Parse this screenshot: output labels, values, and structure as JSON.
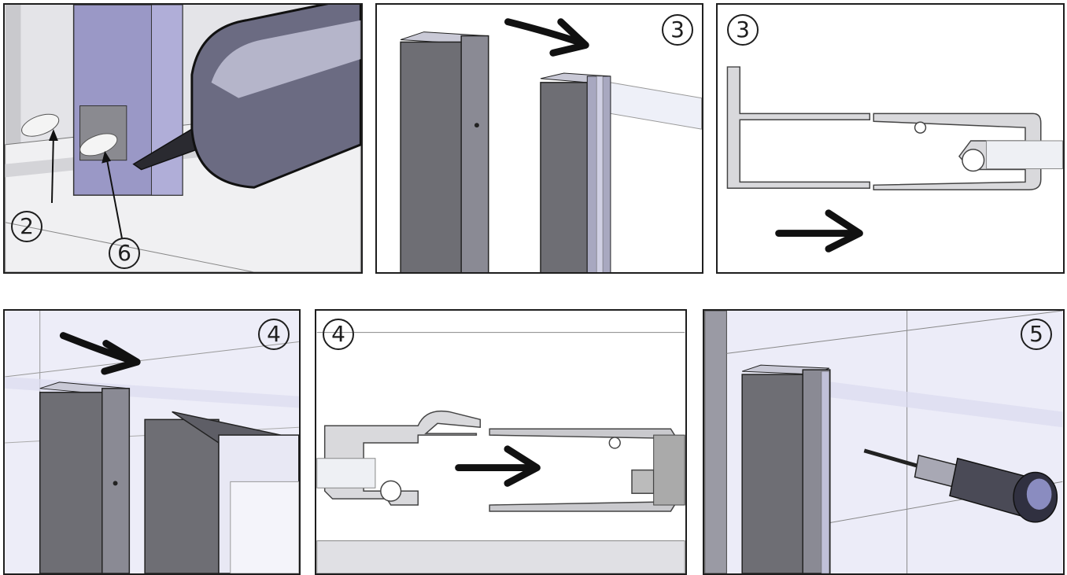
{
  "panels": [
    {
      "id": "sealant-application",
      "markers": [
        "2",
        "6"
      ]
    },
    {
      "id": "profile-slide-3d",
      "markers": [
        "3"
      ]
    },
    {
      "id": "profile-section-3",
      "markers": [
        "3"
      ]
    },
    {
      "id": "profile-join-3d",
      "markers": [
        "4"
      ]
    },
    {
      "id": "profile-section-4",
      "markers": [
        "4"
      ]
    },
    {
      "id": "screw-fixing",
      "markers": [
        "5"
      ]
    }
  ],
  "colors": {
    "outline": "#1e1e1e",
    "glass": "#dcdcf0",
    "profile": "#6e6e74",
    "profile_light": "#9898a4",
    "section_fill": "#d9d9dc",
    "wall": "#c8c8cc"
  }
}
